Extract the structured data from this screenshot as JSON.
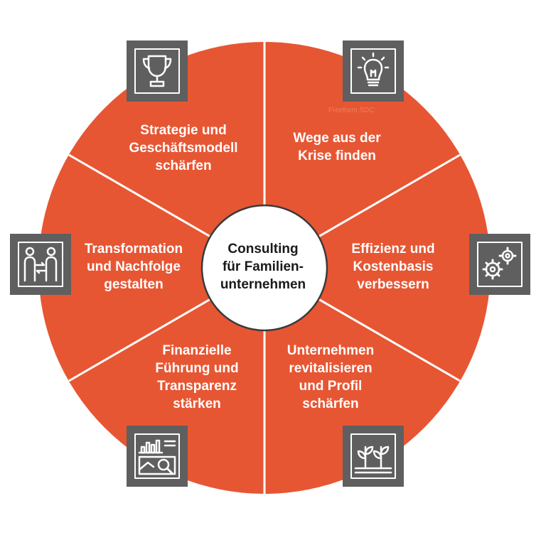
{
  "diagram": {
    "colors": {
      "segment": "#e75633",
      "divider": "#ffffff",
      "icon_box": "#5f5f5f",
      "center": "#ffffff"
    },
    "center": {
      "lines": [
        "Consulting",
        "für Familien-",
        "unternehmen"
      ]
    },
    "segments": [
      {
        "id": "strategie",
        "icon": "trophy-icon",
        "lines": [
          "Strategie und",
          "Geschäftsmodell",
          "schärfen"
        ]
      },
      {
        "id": "krise",
        "icon": "lightbulb-icon",
        "lines": [
          "Wege aus der",
          "Krise finden"
        ]
      },
      {
        "id": "effizienz",
        "icon": "gears-icon",
        "lines": [
          "Effizienz und",
          "Kostenbasis",
          "verbessern"
        ]
      },
      {
        "id": "revitalisieren",
        "icon": "plants-icon",
        "lines": [
          "Unternehmen",
          "revitalisieren",
          "und Profil",
          "schärfen"
        ]
      },
      {
        "id": "finanzen",
        "icon": "chart-analysis-icon",
        "lines": [
          "Finanzielle",
          "Führung und",
          "Transparenz",
          "stärken"
        ]
      },
      {
        "id": "transformation",
        "icon": "handover-icon",
        "lines": [
          "Transformation",
          "und Nachfolge",
          "gestalten"
        ]
      }
    ],
    "watermark": "Freeform.SDC"
  }
}
